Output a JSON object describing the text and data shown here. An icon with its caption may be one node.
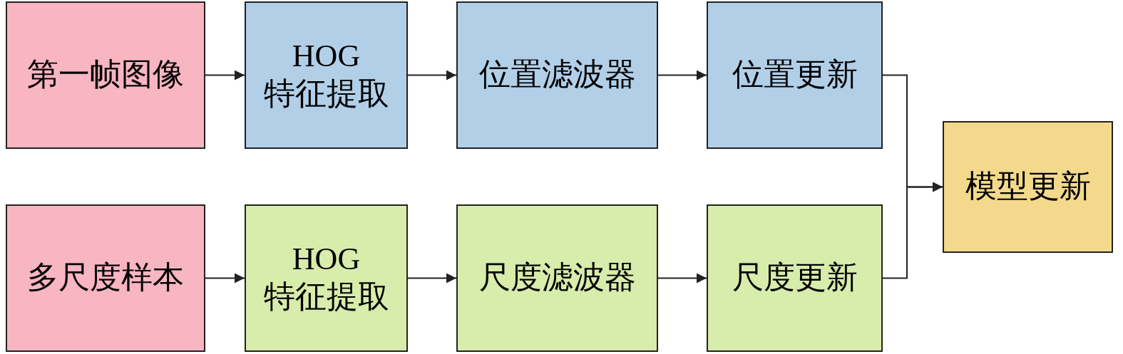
{
  "diagram": {
    "nodes": [
      {
        "text": [
          "第一帧图像"
        ]
      },
      {
        "text": [
          "HOG",
          "特征提取"
        ]
      },
      {
        "text": [
          "位置滤波器"
        ]
      },
      {
        "text": [
          "位置更新"
        ]
      },
      {
        "text": [
          "多尺度样本"
        ]
      },
      {
        "text": [
          "HOG",
          "特征提取"
        ]
      },
      {
        "text": [
          "尺度滤波器"
        ]
      },
      {
        "text": [
          "尺度更新"
        ]
      },
      {
        "text": [
          "模型更新"
        ]
      }
    ],
    "edges": [
      {
        "from": 0,
        "to": 1,
        "arrow": "to"
      },
      {
        "from": 1,
        "to": 2,
        "arrow": "to"
      },
      {
        "from": 2,
        "to": 3,
        "arrow": "to"
      },
      {
        "from": 4,
        "to": 5,
        "arrow": "to"
      },
      {
        "from": 5,
        "to": 6,
        "arrow": "to"
      },
      {
        "from": 6,
        "to": 7,
        "arrow": "to"
      },
      {
        "from": 3,
        "to": 8,
        "arrow": "to"
      },
      {
        "from": 7,
        "to": 8,
        "arrow": "to"
      }
    ]
  }
}
